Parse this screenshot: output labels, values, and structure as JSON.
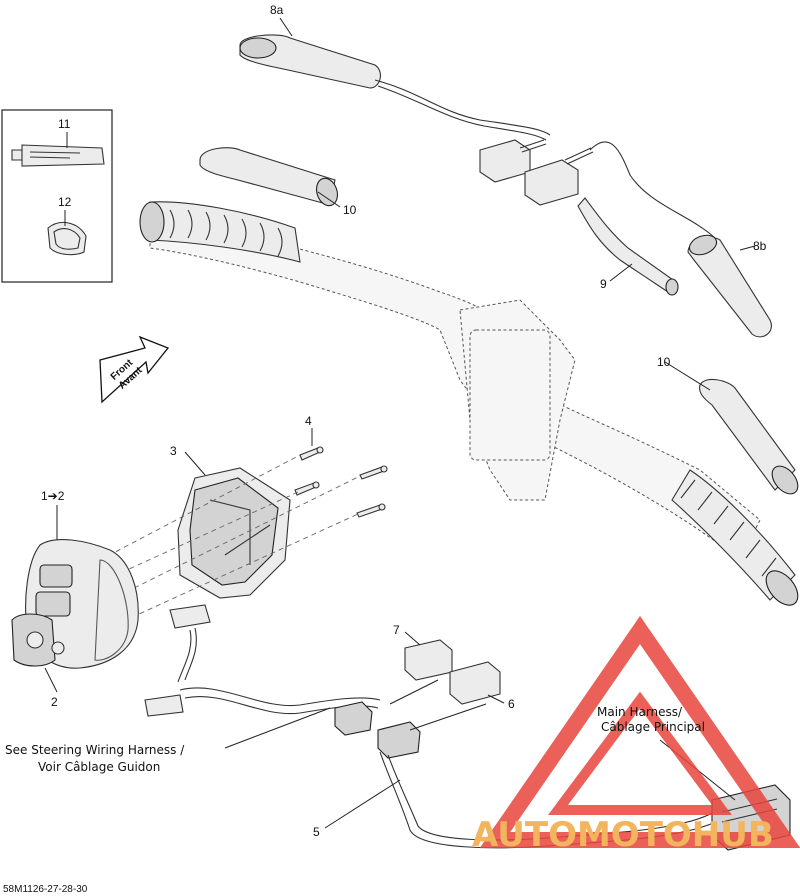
{
  "callouts": {
    "c8a": "8a",
    "c11": "11",
    "c12": "12",
    "c10_top": "10",
    "c9": "9",
    "c8b": "8b",
    "c10_right": "10",
    "c4": "4",
    "c3": "3",
    "c1_2": "1➔2",
    "c2": "2",
    "c7": "7",
    "c6": "6",
    "c5": "5"
  },
  "front_arrow": {
    "line1": "Front",
    "line2": "Avant"
  },
  "notes": {
    "steering_line1": "See Steering Wiring Harness /",
    "steering_line2": "Voir Câblage Guidon",
    "main_line1": "Main Harness/",
    "main_line2": "Câblage Principal"
  },
  "drawing_code": "58M1126-27-28-30",
  "watermark": {
    "text": "AUTOMOTOHUB",
    "colors": {
      "triangle": "#e8453c",
      "text": "#f2b45c"
    }
  }
}
